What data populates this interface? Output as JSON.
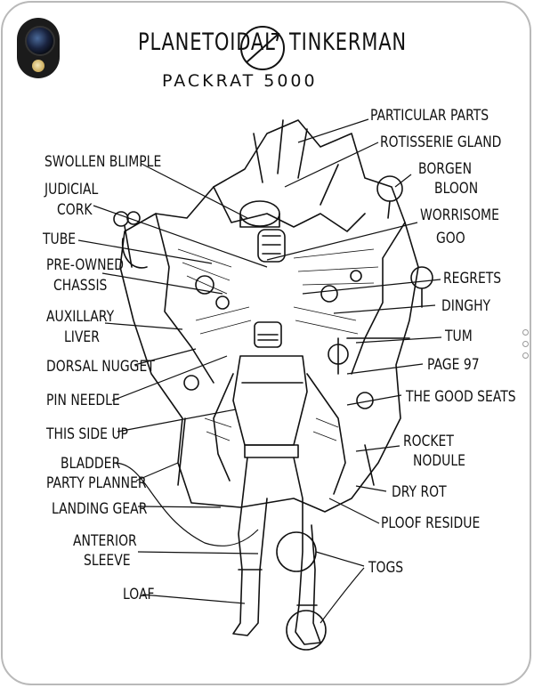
{
  "header": {
    "title_left": "PLANETOIDAL",
    "title_right": "TINKERMAN",
    "subtitle": "PACKRAT 5000"
  },
  "labels": {
    "particular_parts": "PARTICULAR PARTS",
    "rotisserie_gland": "ROTISSERIE GLAND",
    "swollen_blimple": "SWOLLEN BLIMPLE",
    "borgen_1": "BORGEN",
    "borgen_2": "BLOON",
    "judicial_1": "JUDICIAL",
    "judicial_2": "CORK",
    "worrisome_1": "WORRISOME",
    "worrisome_2": "GOO",
    "tube": "TUBE",
    "preowned_1": "PRE-OWNED",
    "preowned_2": "CHASSIS",
    "regrets": "REGRETS",
    "auxillary_1": "AUXILLARY",
    "auxillary_2": "LIVER",
    "dinghy": "DINGHY",
    "tum": "TUM",
    "dorsal_nugget": "DORSAL NUGGET",
    "page_97": "PAGE 97",
    "pin_needle": "PIN NEEDLE",
    "good_seats": "THE GOOD SEATS",
    "this_side_up": "THIS SIDE UP",
    "rocket_1": "ROCKET",
    "rocket_2": "NODULE",
    "bladder": "BLADDER",
    "party_planner": "PARTY PLANNER",
    "dry_rot": "DRY ROT",
    "landing_gear": "LANDING GEAR",
    "ploof_residue": "PLOOF RESIDUE",
    "anterior_1": "ANTERIOR",
    "anterior_2": "SLEEVE",
    "togs": "TOGS",
    "loaf": "LOAF"
  }
}
